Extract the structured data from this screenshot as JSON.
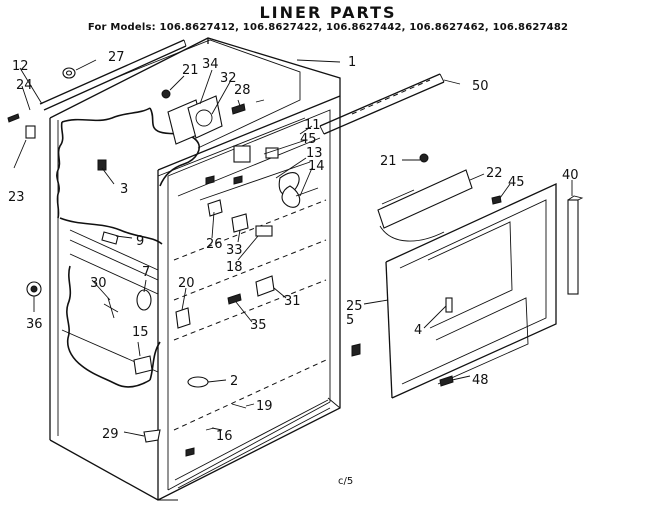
{
  "header": {
    "title": "LINER PARTS",
    "models": "For Models: 106.8627412, 106.8627422, 106.8627442, 106.8627462, 106.8627482"
  },
  "callouts": {
    "c1": "1",
    "c2": "2",
    "c4": "4",
    "c5": "5",
    "c7": "7",
    "c9": "9",
    "c11": "11",
    "c12": "12",
    "c13": "13",
    "c14": "14",
    "c15": "15",
    "c16": "16",
    "c18": "18",
    "c19": "19",
    "c20": "20",
    "c21a": "21",
    "c21b": "21",
    "c22": "22",
    "c23": "23",
    "c24": "24",
    "c25": "25",
    "c26": "26",
    "c27": "27",
    "c28": "28",
    "c29": "29",
    "c30": "30",
    "c31": "31",
    "c32": "32",
    "c33": "33",
    "c34": "34",
    "c35": "35",
    "c36": "36",
    "c40": "40",
    "c45a": "45",
    "c45b": "45",
    "c48": "48",
    "c50": "50",
    "c3": "3"
  },
  "footer": {
    "code": "c/5"
  }
}
